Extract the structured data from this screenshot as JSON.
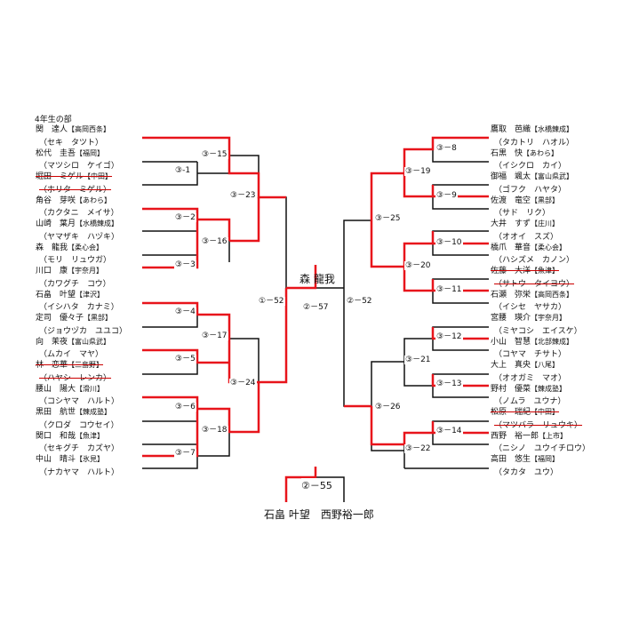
{
  "division": "4年生の部",
  "champion": "森 龍我",
  "left_players": [
    {
      "kana": "",
      "name": "関　達人",
      "club": "【高岡西条】",
      "struck": false
    },
    {
      "kana": "（セキ　タツト）",
      "name": "松代　圭吾",
      "club": "【福岡】",
      "struck": false
    },
    {
      "kana": "（マツシロ　ケイゴ）",
      "name": "堀田　ミゲル",
      "club": "【中田】",
      "struck": true
    },
    {
      "kana": "（ホリタ　ミゲル）",
      "name": "角谷　芽咲",
      "club": "【あわら】",
      "struck": false
    },
    {
      "kana": "（カクタニ　メイサ）",
      "name": "山崎　葉月",
      "club": "【水橋錬成】",
      "struck": false
    },
    {
      "kana": "（ヤマザキ　ハヅキ）",
      "name": "森　龍我",
      "club": "【柔心会】",
      "struck": false
    },
    {
      "kana": "（モリ　リュウガ）",
      "name": "川口　康",
      "club": "【宇奈月】",
      "struck": false
    },
    {
      "kana": "（カワグチ　コウ）",
      "name": "石畠　叶望",
      "club": "【津沢】",
      "struck": false
    },
    {
      "kana": "（イシハタ　カナミ）",
      "name": "定司　優々子",
      "club": "【黒部】",
      "struck": false
    },
    {
      "kana": "（ジョウヅカ　ユユコ）",
      "name": "向　茉夜",
      "club": "【富山県武】",
      "struck": false
    },
    {
      "kana": "（ムカイ　マヤ）",
      "name": "林　恋華",
      "club": "【三島野】",
      "struck": true
    },
    {
      "kana": "（ハヤシ　レンカ）",
      "name": "腰山　陽大",
      "club": "【滑川】",
      "struck": false
    },
    {
      "kana": "（コシヤマ　ハルト）",
      "name": "黒田　航世",
      "club": "【錬成塾】",
      "struck": false
    },
    {
      "kana": "（クロダ　コウセイ）",
      "name": "関口　和哉",
      "club": "【魚津】",
      "struck": false
    },
    {
      "kana": "（セキグチ　カズヤ）",
      "name": "中山　晴斗",
      "club": "【氷見】",
      "struck": false
    },
    {
      "kana": "（ナカヤマ　ハルト）",
      "name": "",
      "club": "",
      "struck": false
    }
  ],
  "right_players": [
    {
      "kana": "",
      "name": "鷹取　芭織",
      "club": "【水橋錬成】",
      "struck": false
    },
    {
      "kana": "（タカトリ　ハオル）",
      "name": "石黒　快",
      "club": "【あわら】",
      "struck": false
    },
    {
      "kana": "（イシクロ　カイ）",
      "name": "御福　颯太",
      "club": "【富山県武】",
      "struck": false
    },
    {
      "kana": "（ゴフク　ハヤタ）",
      "name": "佐渡　竜空",
      "club": "【黒部】",
      "struck": false
    },
    {
      "kana": "（サド　リク）",
      "name": "大井　すず",
      "club": "【庄川】",
      "struck": false
    },
    {
      "kana": "（オオイ　スズ）",
      "name": "橋爪　華音",
      "club": "【柔心会】",
      "struck": false
    },
    {
      "kana": "（ハシズメ　カノン）",
      "name": "佐藤　大洋",
      "club": "【魚津】",
      "struck": true
    },
    {
      "kana": "（サトウ　タイヨウ）",
      "name": "石瀬　弥栄",
      "club": "【高岡西条】",
      "struck": false
    },
    {
      "kana": "（イシセ　ヤサカ）",
      "name": "宮腰　瑛介",
      "club": "【宇奈月】",
      "struck": false
    },
    {
      "kana": "（ミヤコシ　エイスケ）",
      "name": "小山　智慧",
      "club": "【北部錬成】",
      "struck": false
    },
    {
      "kana": "（コヤマ　チサト）",
      "name": "大上　真央",
      "club": "【八尾】",
      "struck": false
    },
    {
      "kana": "（オオガミ　マオ）",
      "name": "野村　優菜",
      "club": "【錬成塾】",
      "struck": false
    },
    {
      "kana": "（ノムラ　ユウナ）",
      "name": "松原　瑞紀",
      "club": "【中田】",
      "struck": true
    },
    {
      "kana": "（マツバラ　リュウキ）",
      "name": "西野　裕一郎",
      "club": "【上市】",
      "struck": false
    },
    {
      "kana": "（ニシノ　ユウイチロウ）",
      "name": "高田　悠生",
      "club": "【福岡】",
      "struck": false
    },
    {
      "kana": "（タカタ　ユウ）",
      "name": "",
      "club": "",
      "struck": false
    }
  ],
  "match_labels": {
    "m1": "③-1",
    "m2": "③－2",
    "m3": "③－3",
    "m4": "③－4",
    "m5": "③－5",
    "m6": "③－6",
    "m7": "③－7",
    "m15": "③－15",
    "m16": "③－16",
    "m17": "③－17",
    "m18": "③－18",
    "m23": "③－23",
    "m24": "③－24",
    "m52a": "①－52",
    "m57": "②－57",
    "m8": "③－8",
    "m9": "③－9",
    "m10": "③－10",
    "m11": "③－11",
    "m12": "③－12",
    "m13": "③－13",
    "m14": "③－14",
    "m19": "③－19",
    "m20": "③－20",
    "m21": "③－21",
    "m22": "③－22",
    "m25": "③－25",
    "m26": "③－26",
    "m52b": "②－52"
  },
  "third_place": {
    "label": "②－55",
    "names": "石畠 叶望　西野裕一郎"
  },
  "colors": {
    "winner_line": "#e8141b",
    "line": "#111111",
    "strike": "#cc0000"
  }
}
